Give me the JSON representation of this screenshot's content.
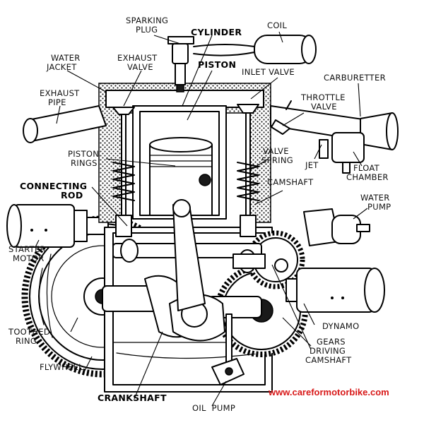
{
  "labels": {
    "sparking_plug_1": "SPARKING",
    "sparking_plug_2": "PLUG",
    "cylinder": "CYLINDER",
    "coil": "COIL",
    "water_jacket_1": "WATER",
    "water_jacket_2": "JACKET",
    "exhaust_valve_1": "EXHAUST",
    "exhaust_valve_2": "VALVE",
    "piston": "PISTON",
    "inlet_valve": "INLET VALVE",
    "carburetter": "CARBURETTER",
    "exhaust_pipe_1": "EXHAUST",
    "exhaust_pipe_2": "PIPE",
    "throttle_valve_1": "THROTTLE",
    "throttle_valve_2": "VALVE",
    "piston_rings_1": "PISTON",
    "piston_rings_2": "RINGS",
    "valve_spring_1": "VALVE",
    "valve_spring_2": "SPRING",
    "jet": "JET",
    "float_chamber_1": "FLOAT",
    "float_chamber_2": "CHAMBER",
    "connecting_rod_1": "CONNECTING",
    "connecting_rod_2": "ROD",
    "camshaft": "CAMSHAFT",
    "water_pump_1": "WATER",
    "water_pump_2": "PUMP",
    "starter_motor_1": "STARTER",
    "starter_motor_2": "MOTOR",
    "dynamo": "DYNAMO",
    "toothed_ring_1": "TOOTHED",
    "toothed_ring_2": "RING",
    "gears_driving_camshaft_1": "GEARS",
    "gears_driving_camshaft_2": "DRIVING",
    "gears_driving_camshaft_3": "CAMSHAFT",
    "flywheel": "FLYWHEEL",
    "crankshaft": "CRANKSHAFT",
    "oil_pump": "OIL  PUMP"
  },
  "watermark": "www.careformotorbike.com",
  "colors": {
    "ink": "#000000",
    "background": "#ffffff",
    "watermark": "#d81818"
  }
}
